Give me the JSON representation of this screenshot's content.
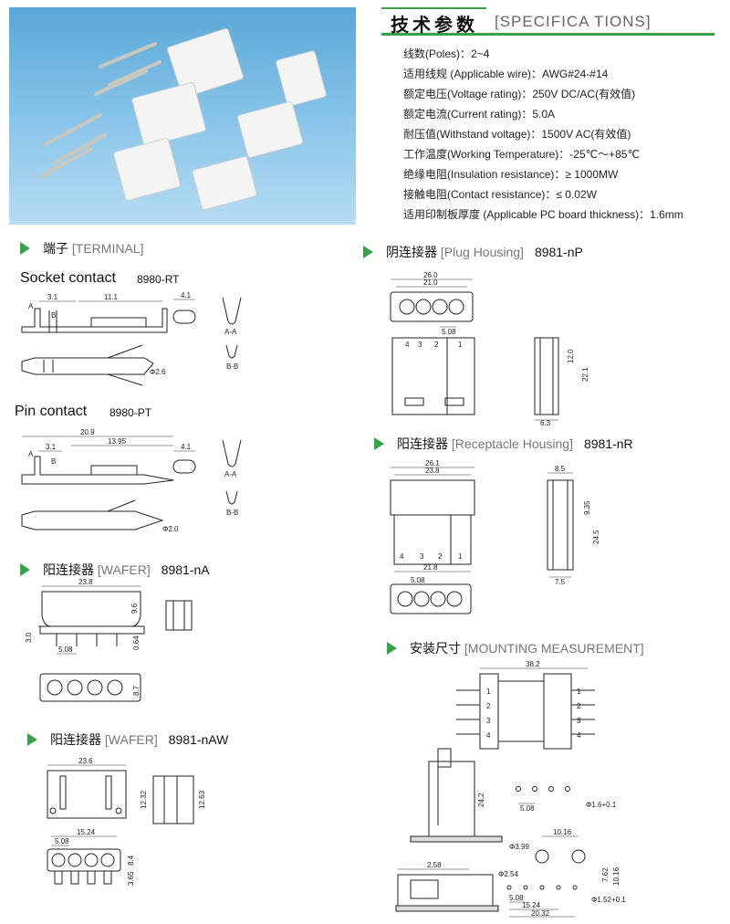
{
  "spec_title": {
    "cn": "技术参数",
    "en": "[SPECIFICA    TIONS]"
  },
  "specs": [
    "线数(Poles)：2~4",
    "适用线规 (Applicable wire)：AWG#24-#14",
    "额定电压(Voltage rating)：250V DC/AC(有效值)",
    "额定电流(Current rating)：5.0A",
    "耐压值(Withstand voltage)：1500V AC(有效值)",
    "工作温度(Working Temperature)：-25℃～+85℃",
    "绝缘电阻(Insulation resistance)：≥ 1000MW",
    "接触电阻(Contact resistance)：≤ 0.02W",
    "适用印制板厚度 (Applicable PC board thickness)：1.6mm"
  ],
  "sections": {
    "terminal": {
      "cn": "端子",
      "en": "[TERMINAL]"
    },
    "socket": {
      "label": "Socket contact",
      "code": "8980-RT"
    },
    "pin": {
      "label": "Pin contact",
      "code": "8980-PT"
    },
    "wafer": {
      "cn": "阳连接器",
      "en": "[WAFER]",
      "code": "8981-nA"
    },
    "wafer_aw": {
      "cn": "阳连接器",
      "en": "[WAFER]",
      "code": "8981-nAW"
    },
    "plug": {
      "cn": "阴连接器",
      "en": "[Plug Housing]",
      "code": "8981-nP"
    },
    "receptacle": {
      "cn": "阳连接器",
      "en": "[Receptacle Housing]",
      "code": "8981-nR"
    },
    "mounting": {
      "cn": "安装尺寸",
      "en": "[MOUNTING MEASUREMENT]"
    }
  },
  "dims": {
    "socket": [
      "3.1",
      "11.1",
      "4.1",
      "A-A",
      "B-B",
      "Φ2.6",
      "A",
      "B"
    ],
    "pin": [
      "20.9",
      "13.95",
      "3.1",
      "4.1",
      "A-A",
      "B-B",
      "Φ2.0",
      "A",
      "B"
    ],
    "wafer": [
      "23.8",
      "9.6",
      "3.0",
      "0.64",
      "5.08",
      "8.7"
    ],
    "wafer_aw": [
      "23.6",
      "12.32",
      "12.63",
      "15.24",
      "5.08",
      "8.4",
      "3.65"
    ],
    "plug": [
      "26.0",
      "21.0",
      "5.08",
      "12.0",
      "22.1",
      "6.3",
      "4",
      "3",
      "2",
      "1"
    ],
    "receptacle": [
      "26.1",
      "23.8",
      "21.8",
      "5.08",
      "8.5",
      "9.35",
      "24.5",
      "7.5",
      "4",
      "3",
      "2",
      "1"
    ],
    "mounting": [
      "38.2",
      "24.2",
      "5.08",
      "Φ1.6+0.1",
      "10.16",
      "Φ3.99",
      "Φ2.54",
      "7.62",
      "10.16",
      "2.58",
      "Φ1.52+0.1",
      "5.08",
      "15.24",
      "20.32",
      "1",
      "2",
      "3",
      "4"
    ]
  }
}
